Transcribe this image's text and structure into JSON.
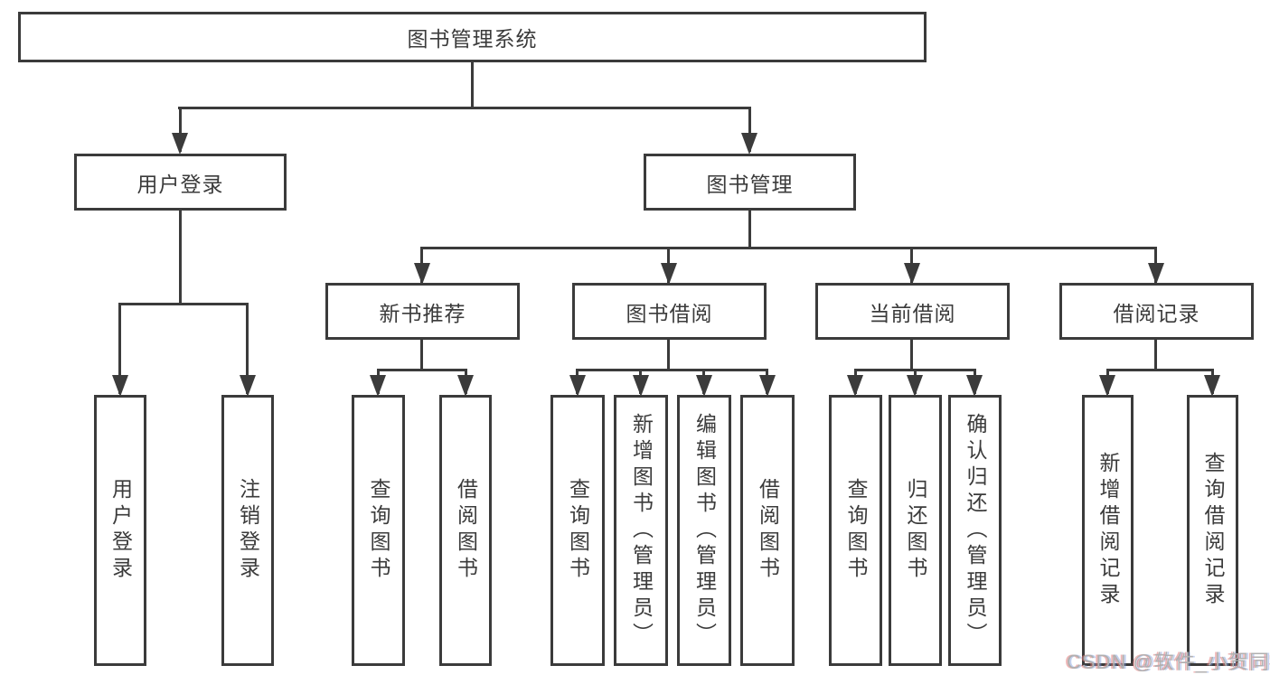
{
  "diagram": {
    "root": {
      "label": "图书管理系统"
    },
    "level2": [
      {
        "label": "用户登录"
      },
      {
        "label": "图书管理"
      }
    ],
    "level3": [
      {
        "label": "新书推荐"
      },
      {
        "label": "图书借阅"
      },
      {
        "label": "当前借阅"
      },
      {
        "label": "借阅记录"
      }
    ],
    "leaves": [
      {
        "label": "用户登录"
      },
      {
        "label": "注销登录"
      },
      {
        "label": "查询图书"
      },
      {
        "label": "借阅图书"
      },
      {
        "label": "查询图书"
      },
      {
        "label": "新增图书（管理员）"
      },
      {
        "label": "编辑图书（管理员）"
      },
      {
        "label": "借阅图书"
      },
      {
        "label": "查询图书"
      },
      {
        "label": "归还图书"
      },
      {
        "label": "确认归还（管理员）"
      },
      {
        "label": "新增借阅记录"
      },
      {
        "label": "查询借阅记录"
      }
    ]
  },
  "watermark": {
    "text": "CSDN @软件_小贺同学"
  },
  "colors": {
    "line": "#3b3b3b",
    "text": "#3b3b3b",
    "background": "#ffffff",
    "watermark": "#b0b0b0"
  }
}
